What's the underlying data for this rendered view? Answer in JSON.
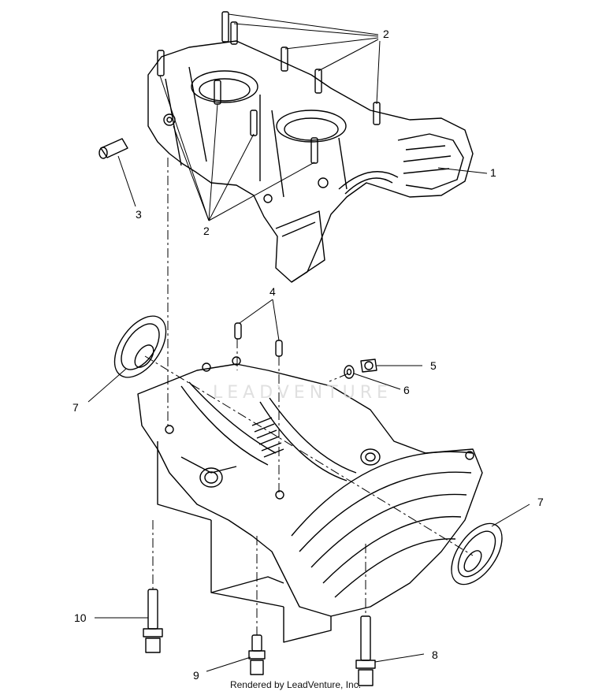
{
  "callouts": [
    {
      "id": "1",
      "label": "1"
    },
    {
      "id": "2a",
      "label": "2"
    },
    {
      "id": "2b",
      "label": "2"
    },
    {
      "id": "3",
      "label": "3"
    },
    {
      "id": "4",
      "label": "4"
    },
    {
      "id": "5",
      "label": "5"
    },
    {
      "id": "6",
      "label": "6"
    },
    {
      "id": "7a",
      "label": "7"
    },
    {
      "id": "7b",
      "label": "7"
    },
    {
      "id": "8",
      "label": "8"
    },
    {
      "id": "9",
      "label": "9"
    },
    {
      "id": "10",
      "label": "10"
    }
  ],
  "watermark": "LEADVENTURE",
  "footer": "Rendered by LeadVenture, Inc."
}
